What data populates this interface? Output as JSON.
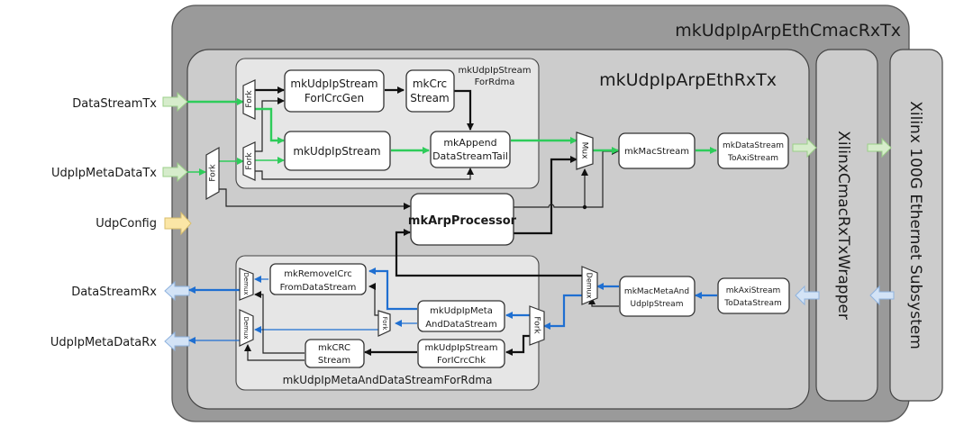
{
  "diagram": {
    "outer_module": "mkUdpIpArpEthCmacRxTx",
    "inner_module": "mkUdpIpArpEthRxTx",
    "wrapper": "XilinxCmacRxTxWrapper",
    "subsystem": "Xilinx 100G Ethernet Subsystem",
    "external_ports": {
      "data_stream_tx": "DataStreamTx",
      "meta_data_tx": "UdpIpMetaDataTx",
      "udp_config": "UdpConfig",
      "data_stream_rx": "DataStreamRx",
      "meta_data_rx": "UdpIpMetaDataRx"
    },
    "tx_group": {
      "title_line1": "mkUdpIpStream",
      "title_line2": "ForRdma",
      "blocks": {
        "icrc_gen": [
          "mkUdpIpStream",
          "ForICrcGen"
        ],
        "crc_stream": [
          "mkCrc",
          "Stream"
        ],
        "udpip_stream": [
          "mkUdpIpStream"
        ],
        "append_tail": [
          "mkAppend",
          "DataStreamTail"
        ]
      },
      "fork_label": "Fork"
    },
    "rx_group": {
      "title": "mkUdpIpMetaAndDataStreamForRdma",
      "blocks": {
        "remove_icrc": [
          "mkRemoveICrc",
          "FromDataStream"
        ],
        "meta_and_data": [
          "mkUdpIpMeta",
          "AndDataStream"
        ],
        "crc_stream": [
          "mkCRC",
          "Stream"
        ],
        "icrc_chk": [
          "mkUdpIpStream",
          "ForICrcChk"
        ]
      },
      "fork_label": "Fork",
      "demux_label": "Demux"
    },
    "main_blocks": {
      "arp_processor": "mkArpProcessor",
      "mac_stream": "mkMacStream",
      "data_to_axi": [
        "mkDataStream",
        "ToAxiStream"
      ],
      "mac_meta": [
        "mkMacMetaAnd",
        "UdpIpStream"
      ],
      "axi_to_data": [
        "mkAxiStream",
        "ToDataStream"
      ],
      "mux_label": "Mux",
      "demux_label": "Demux",
      "fork_label": "Fork"
    },
    "colors": {
      "tx_flow": "#2ecc5a",
      "rx_flow": "#1f6fd1",
      "tx_port_arrow": "#d6eccb",
      "rx_port_arrow": "#d3e3f6",
      "config_arrow": "#fbe6a6",
      "outer_bg": "#9a9a9a",
      "inner_bg": "#cccccc",
      "group_bg": "#e6e6e6"
    }
  }
}
